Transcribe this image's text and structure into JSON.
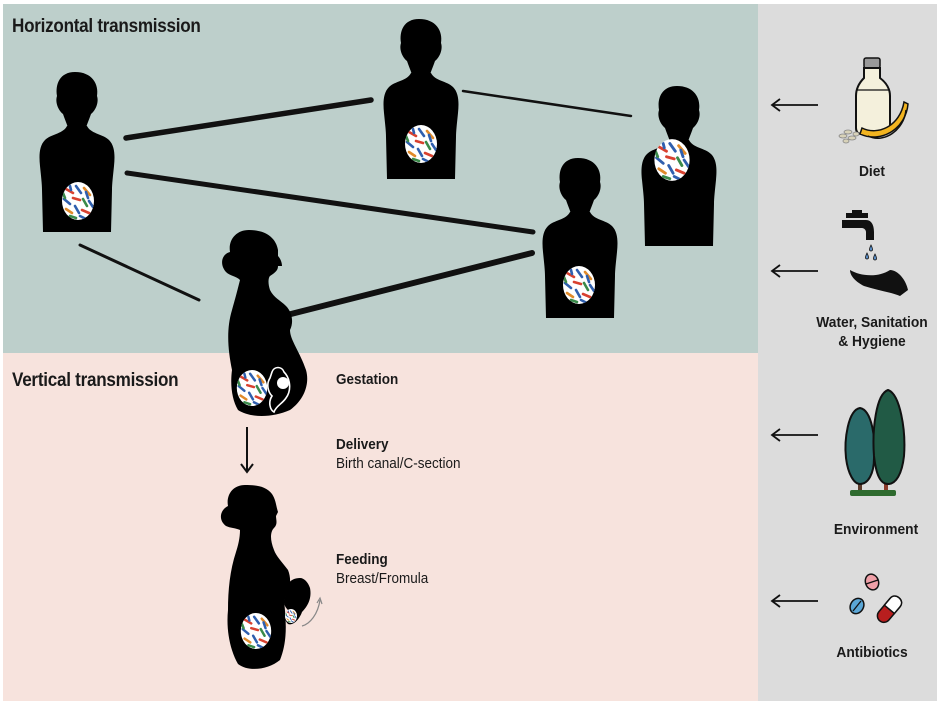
{
  "sections": {
    "horizontal": {
      "title": "Horizontal transmission"
    },
    "vertical": {
      "title": "Vertical transmission"
    }
  },
  "stages": [
    {
      "id": "gestation",
      "title": "Gestation",
      "subtitle": ""
    },
    {
      "id": "delivery",
      "title": "Delivery",
      "subtitle": "Birth canal/C-section"
    },
    {
      "id": "feeding",
      "title": "Feeding",
      "subtitle": "Breast/Fromula"
    }
  ],
  "factors": [
    {
      "id": "diet",
      "label_lines": [
        "Diet"
      ],
      "icon": "milk-bottle-banana-icon"
    },
    {
      "id": "wash",
      "label_lines": [
        "Water, Sanitation",
        "& Hygiene"
      ],
      "icon": "faucet-hand-icon"
    },
    {
      "id": "environment",
      "label_lines": [
        "Environment"
      ],
      "icon": "trees-icon"
    },
    {
      "id": "antibiotics",
      "label_lines": [
        "Antibiotics"
      ],
      "icon": "pills-icon"
    }
  ],
  "people": [
    {
      "id": "person-1",
      "type": "adult"
    },
    {
      "id": "person-2",
      "type": "adult"
    },
    {
      "id": "person-3",
      "type": "adult"
    },
    {
      "id": "person-4",
      "type": "adult"
    },
    {
      "id": "pregnant-woman",
      "type": "pregnant"
    },
    {
      "id": "mother-with-infant",
      "type": "mother-infant"
    }
  ],
  "connections": [
    {
      "from": "person-1",
      "to": "person-2"
    },
    {
      "from": "person-2",
      "to": "person-3"
    },
    {
      "from": "person-1",
      "to": "person-4"
    },
    {
      "from": "person-1",
      "to": "pregnant-woman"
    },
    {
      "from": "pregnant-woman",
      "to": "person-4"
    }
  ],
  "colors": {
    "horizontal_bg": "#bdcfcb",
    "vertical_bg": "#f7e3dd",
    "side_bg": "#dcdcdc",
    "silhouette": "#000000",
    "microbe_red": "#d8412f",
    "microbe_blue": "#2f5fae",
    "microbe_green": "#3a8a4a",
    "microbe_orange": "#e08a2a"
  }
}
